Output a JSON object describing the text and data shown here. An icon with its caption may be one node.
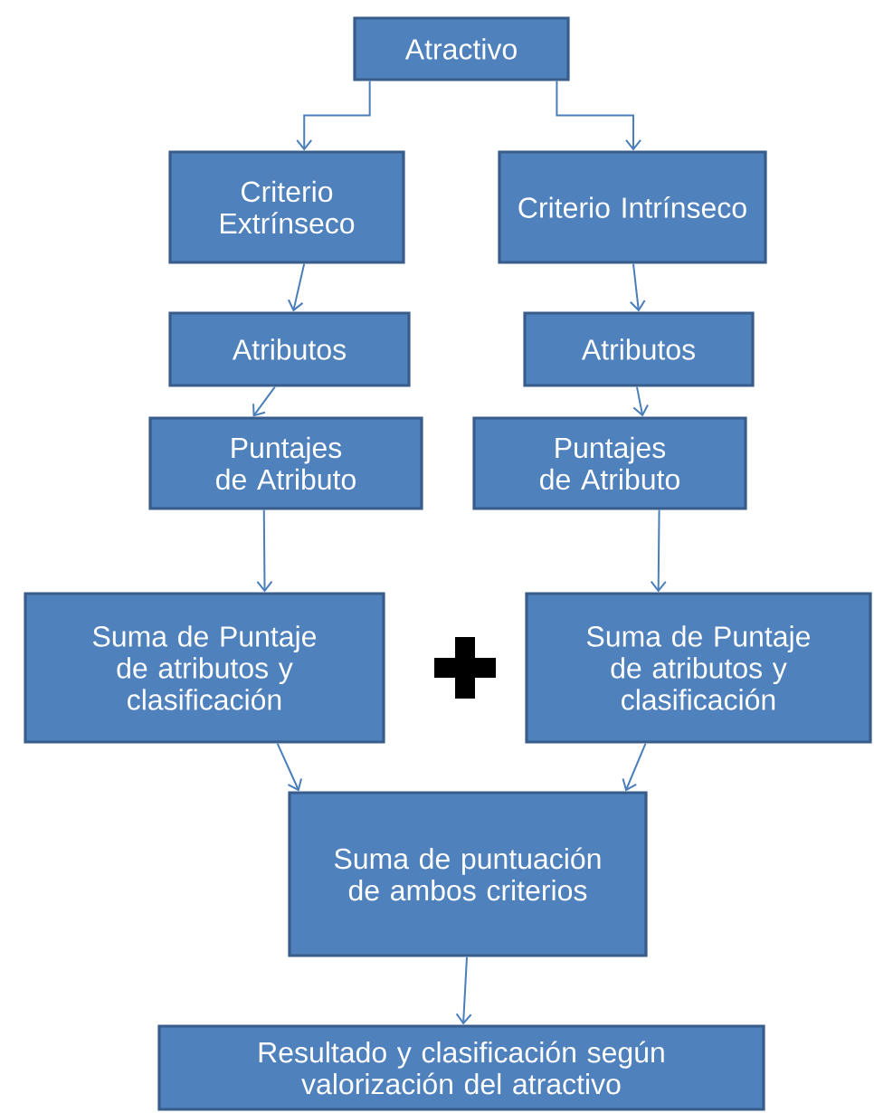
{
  "diagram": {
    "nodes": [
      {
        "text": [
          "Atractivo"
        ]
      },
      {
        "text": [
          "Criterio Extrínseco"
        ]
      },
      {
        "text": [
          "Criterio Intrínseco"
        ]
      },
      {
        "text": [
          "Atributos"
        ]
      },
      {
        "text": [
          "Atributos"
        ]
      },
      {
        "text": [
          "Puntajes de Atributo"
        ]
      },
      {
        "text": [
          "Puntajes de Atributo"
        ]
      },
      {
        "text": [
          "Suma de Puntaje de atributos y clasificación"
        ]
      },
      {
        "text": [
          "Suma de Puntaje de atributos y clasificación"
        ]
      },
      {
        "text": [
          "Suma de puntuación de ambos criterios"
        ]
      },
      {
        "text": [
          "Resultado y clasificación según valorización del atractivo"
        ]
      }
    ],
    "edges": [
      {
        "from": 0,
        "to": 1,
        "arrow": "to"
      },
      {
        "from": 0,
        "to": 2,
        "arrow": "to"
      },
      {
        "from": 1,
        "to": 3,
        "arrow": "to"
      },
      {
        "from": 2,
        "to": 4,
        "arrow": "to"
      },
      {
        "from": 3,
        "to": 5,
        "arrow": "to"
      },
      {
        "from": 4,
        "to": 6,
        "arrow": "to"
      },
      {
        "from": 5,
        "to": 7,
        "arrow": "to"
      },
      {
        "from": 6,
        "to": 8,
        "arrow": "to"
      },
      {
        "from": 7,
        "to": 9,
        "arrow": "to"
      },
      {
        "from": 8,
        "to": 9,
        "arrow": "to"
      },
      {
        "from": 9,
        "to": 10,
        "arrow": "to"
      }
    ]
  }
}
